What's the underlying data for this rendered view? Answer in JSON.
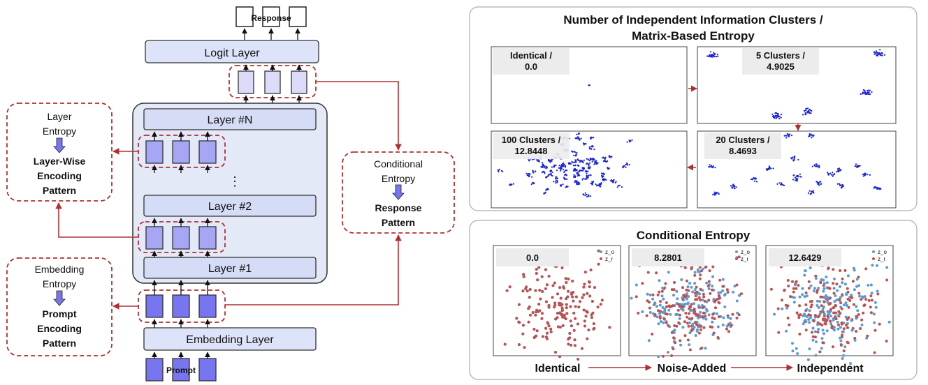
{
  "architecture": {
    "response_label": "Response",
    "logit_layer": "Logit Layer",
    "layer_n": "Layer #N",
    "dots": "⋮",
    "layer_2": "Layer #2",
    "layer_1": "Layer #1",
    "embedding_layer": "Embedding Layer",
    "prompt_label": "Prompt"
  },
  "side_boxes": {
    "layer_entropy": {
      "line1": "Layer",
      "line2": "Entropy",
      "pattern": [
        "Layer-Wise",
        "Encoding",
        "Pattern"
      ]
    },
    "embedding_entropy": {
      "line1": "Embedding",
      "line2": "Entropy",
      "pattern": [
        "Prompt",
        "Encoding",
        "Pattern"
      ]
    },
    "conditional_entropy": {
      "line1": "Conditional",
      "line2": "Entropy",
      "pattern": [
        "Response",
        "Pattern"
      ]
    }
  },
  "clusters_panel": {
    "title_line1": "Number of Independent Information Clusters /",
    "title_line2": "Matrix-Based Entropy",
    "cells": [
      {
        "label1": "Identical /",
        "label2": "0.0"
      },
      {
        "label1": "5 Clusters /",
        "label2": "4.9025"
      },
      {
        "label1": "100 Clusters /",
        "label2": "12.8448"
      },
      {
        "label1": "20 Clusters /",
        "label2": "8.4693"
      }
    ]
  },
  "conditional_panel": {
    "title": "Conditional Entropy",
    "cells": [
      {
        "value": "0.0"
      },
      {
        "value": "8.2801"
      },
      {
        "value": "12.6429"
      }
    ],
    "legend": [
      "z_o",
      "z_r"
    ],
    "bottom_labels": [
      "Identical",
      "Noise-Added",
      "Independent"
    ]
  },
  "colors": {
    "layer_fill": "#dde3f8",
    "panel_fill": "#e4e9f8",
    "token_fill": "#a7a6f4",
    "token_dark": "#7775ef",
    "dashed_red": "#b03030",
    "arrow_red": "#b03030",
    "cluster_blue": "#1a22d8",
    "dot_blue": "#5b9bd5",
    "dot_red": "#c0504d"
  }
}
